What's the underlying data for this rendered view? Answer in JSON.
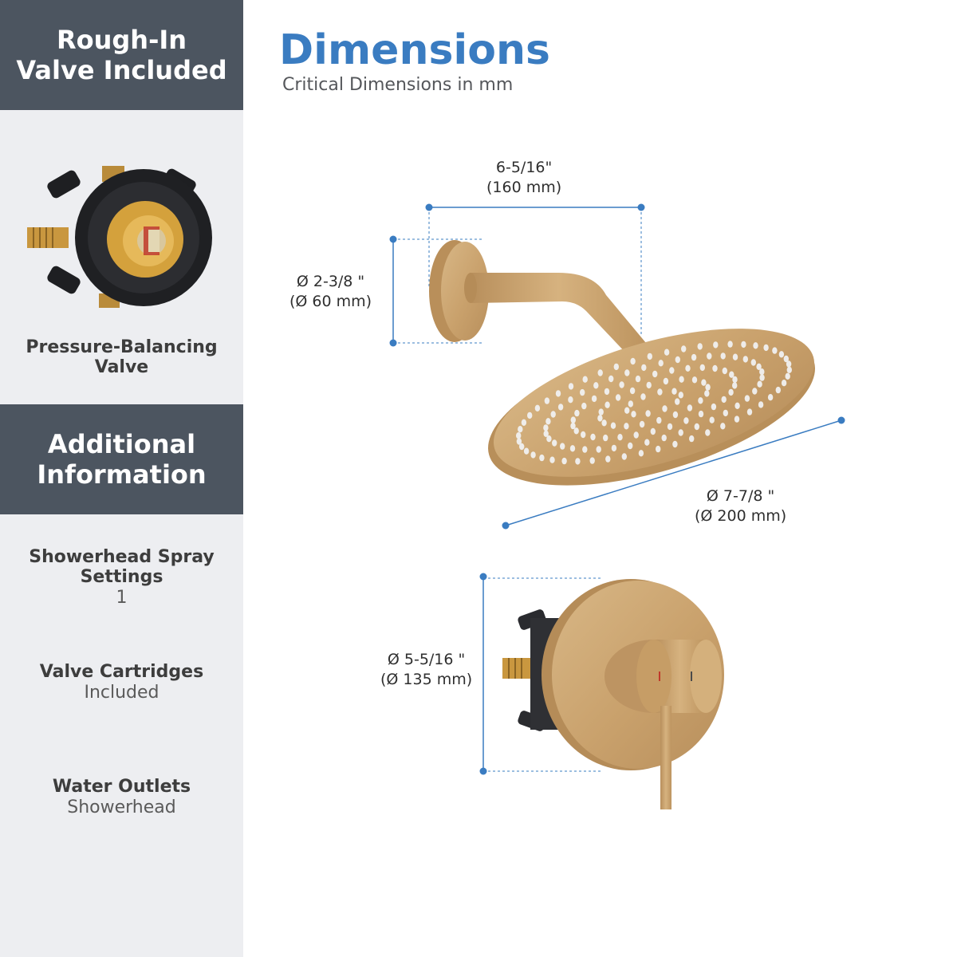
{
  "sidebar": {
    "rough_in": {
      "line1": "Rough-In",
      "line2": "Valve Included"
    },
    "valve_caption": {
      "line1": "Pressure-Balancing",
      "line2": "Valve"
    },
    "additional": {
      "line1": "Additional",
      "line2": "Information"
    },
    "specs": [
      {
        "label_line1": "Showerhead Spray",
        "label_line2": "Settings",
        "value": "1"
      },
      {
        "label_line1": "Valve Cartridges",
        "label_line2": "",
        "value": "Included"
      },
      {
        "label_line1": "Water Outlets",
        "label_line2": "",
        "value": "Showerhead"
      }
    ]
  },
  "main": {
    "title": "Dimensions",
    "subtitle": "Critical Dimensions in mm",
    "dimensions": {
      "arm_length": {
        "imperial": "6-5/16\"",
        "metric": "(160 mm)"
      },
      "flange_diameter": {
        "imperial": "Ø 2-3/8 \"",
        "metric": "(Ø 60 mm)"
      },
      "head_diameter": {
        "imperial": "Ø 7-7/8 \"",
        "metric": "(Ø 200 mm)"
      },
      "trim_diameter": {
        "imperial": "Ø 5-5/16 \"",
        "metric": "(Ø 135 mm)"
      }
    }
  },
  "colors": {
    "accent": "#3a7cc1",
    "sidebar_band": "#4c5560",
    "sidebar_bg": "#edeef1",
    "brushed_gold": "#cba46f"
  }
}
